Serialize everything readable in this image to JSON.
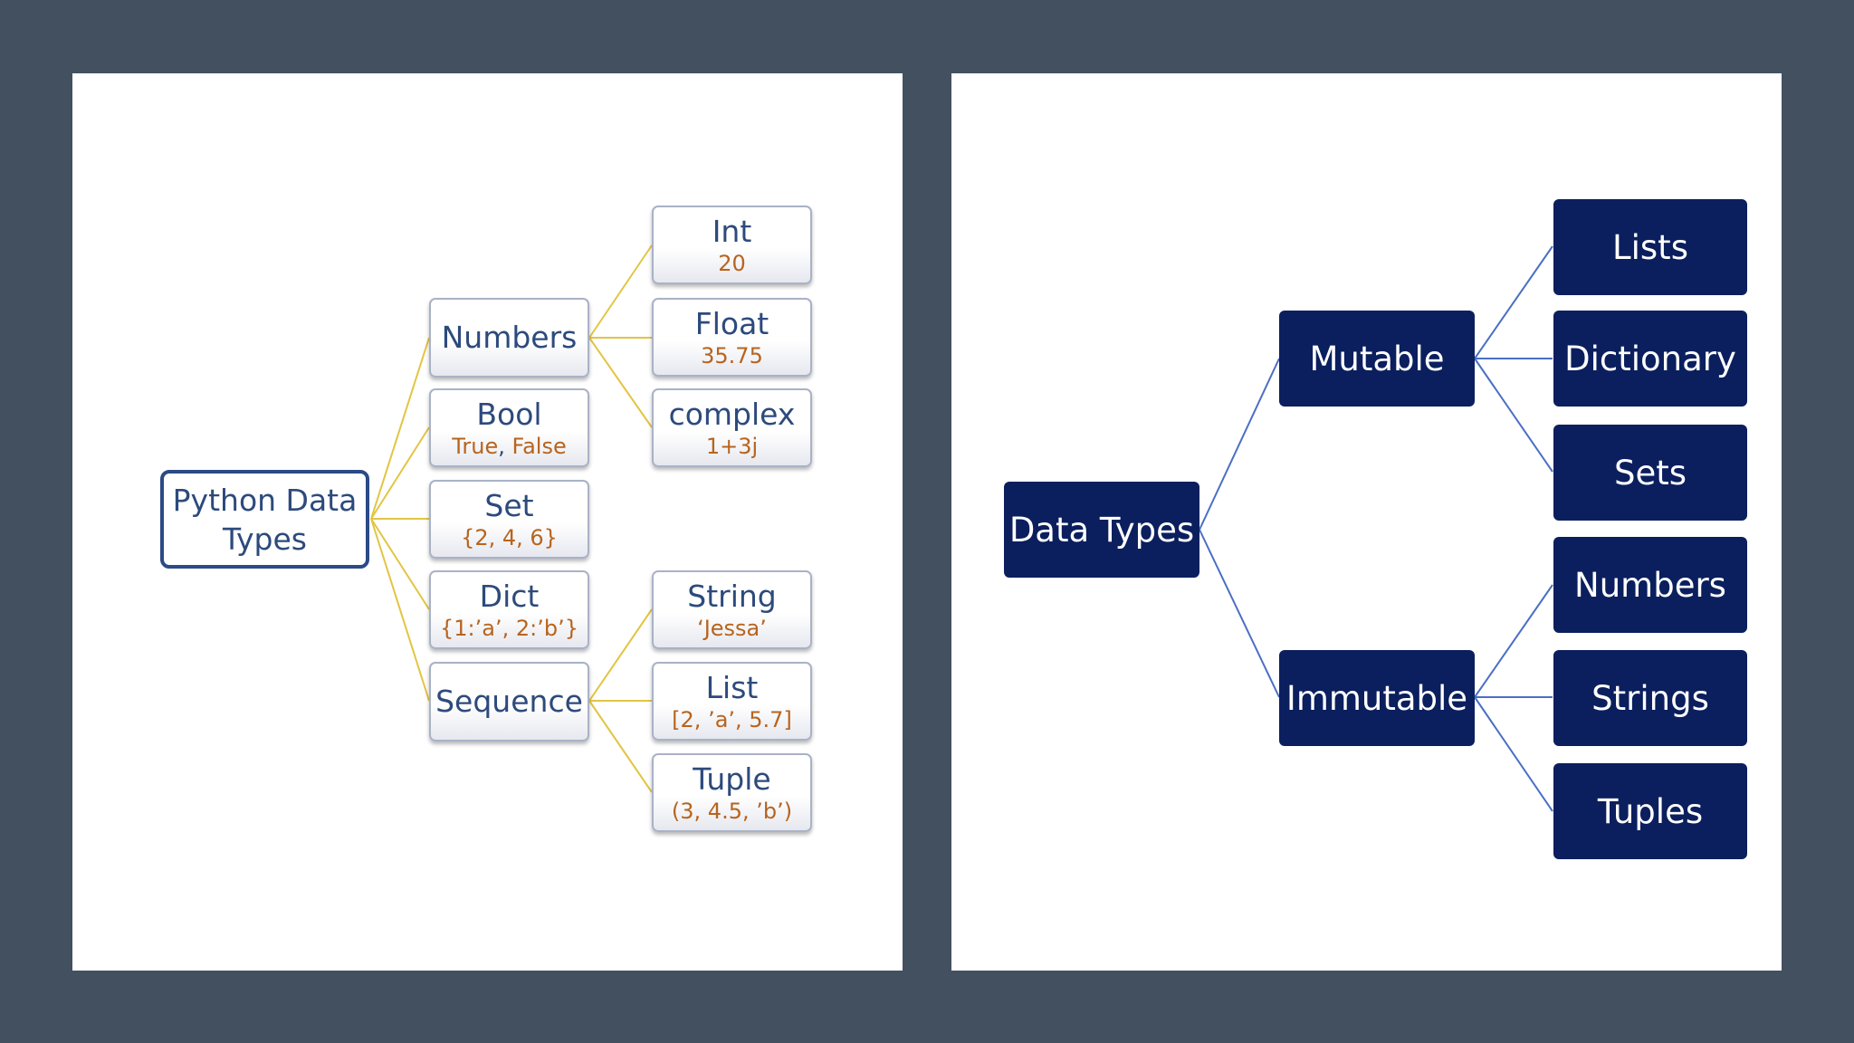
{
  "left_diagram": {
    "root": {
      "line1": "Python Data",
      "line2": "Types"
    },
    "numbers": {
      "label": "Numbers"
    },
    "bool": {
      "label": "Bool",
      "value_true": "True",
      "value_sep": ", ",
      "value_false": "False"
    },
    "set": {
      "label": "Set",
      "value": "{2, 4, 6}"
    },
    "dict": {
      "label": "Dict",
      "value": "{1:’a’, 2:’b’}"
    },
    "sequence": {
      "label": "Sequence"
    },
    "int": {
      "label": "Int",
      "value": "20"
    },
    "float": {
      "label": "Float",
      "value": "35.75"
    },
    "complex": {
      "label": "complex",
      "value": "1+3j"
    },
    "string": {
      "label": "String",
      "value": "‘Jessa’"
    },
    "list": {
      "label": "List",
      "value": "[2, ’a’, 5.7]"
    },
    "tuple": {
      "label": "Tuple",
      "value": "(3, 4.5, ’b’)"
    }
  },
  "right_diagram": {
    "root": "Data Types",
    "mutable": "Mutable",
    "immutable": "Immutable",
    "lists": "Lists",
    "dictionary": "Dictionary",
    "sets": "Sets",
    "numbers": "Numbers",
    "strings": "Strings",
    "tuples": "Tuples"
  },
  "colors": {
    "background": "#435060",
    "left_connector": "#e2c543",
    "left_text": "#2d4a7c",
    "left_value_text": "#b8641e",
    "left_root_border": "#2b4a86",
    "right_box": "#0b1f5e",
    "right_connector": "#4a6fc4"
  }
}
